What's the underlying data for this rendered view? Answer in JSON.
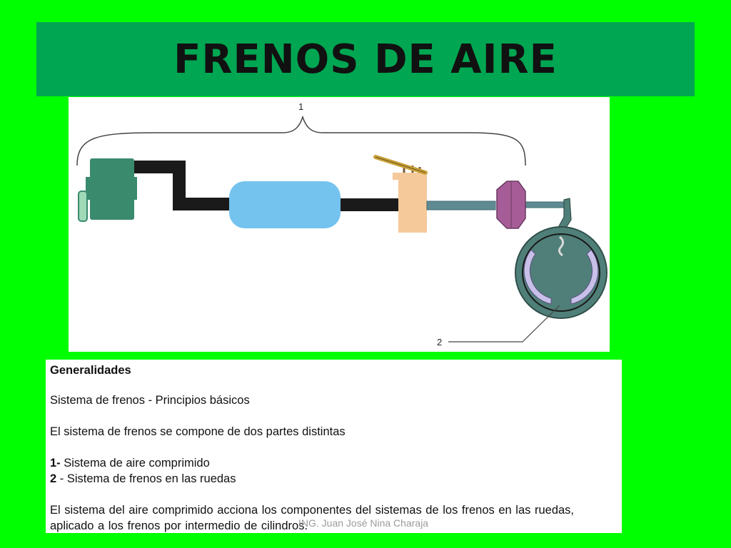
{
  "slide": {
    "title": "FRENOS DE AIRE"
  },
  "diagram": {
    "label_1": "1",
    "label_2": "2"
  },
  "text": {
    "heading": "Generalidades",
    "subtitle": "Sistema de frenos - Principios básicos",
    "intro": "El sistema de frenos se compone de dos partes distintas",
    "items": [
      {
        "num": "1-",
        "text": " Sistema de aire comprimido"
      },
      {
        "num": "2",
        "text": " - Sistema de frenos en las ruedas"
      }
    ],
    "paragraph": "El sistema del aire comprimido acciona los componentes del  sistemas de los frenos en las ruedas, aplicado a los frenos por intermedio de cilindros."
  },
  "footer": {
    "credit": "ING. Juan José Nina Charaja"
  },
  "colors": {
    "background": "#00ff00",
    "title_bar": "#00a651",
    "compressor": "#3a8a6e",
    "tank": "#74c3ee",
    "valve": "#f6c99a",
    "chamber": "#a65d97",
    "drum": "#4f7f78",
    "shoes": "#c8c0e8"
  }
}
